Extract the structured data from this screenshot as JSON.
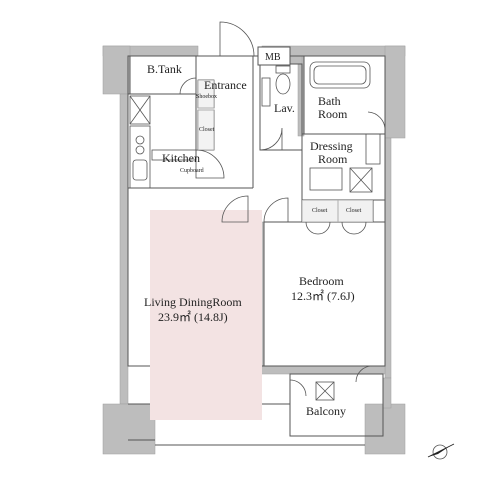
{
  "rooms": {
    "b_tank": "B.Tank",
    "entrance": "Entrance",
    "shoebox": "Shoebox",
    "closet_entrance": "Closet",
    "mb": "MB",
    "lav": "Lav.",
    "bath": "Bath",
    "bath_room": "Room",
    "dressing": "Dressing",
    "dressing_room": "Room",
    "kitchen": "Kitchen",
    "cupboard": "Cupboard",
    "closet_left": "Closet",
    "closet_right": "Closet",
    "ldk_name": "Living DiningRoom",
    "ldk_area": "23.9㎡ (14.8J)",
    "bedroom_name": "Bedroom",
    "bedroom_area": "12.3㎡ (7.6J)",
    "balcony": "Balcony"
  },
  "colors": {
    "wall": "#bdbdbd",
    "wall_dark": "#9e9e9e",
    "line": "#555555",
    "ldk_fill": "#f3e3e3",
    "background": "#ffffff"
  },
  "icons": [
    "compass-icon",
    "bathtub-icon",
    "toilet-icon",
    "sink-icon",
    "stove-icon"
  ]
}
